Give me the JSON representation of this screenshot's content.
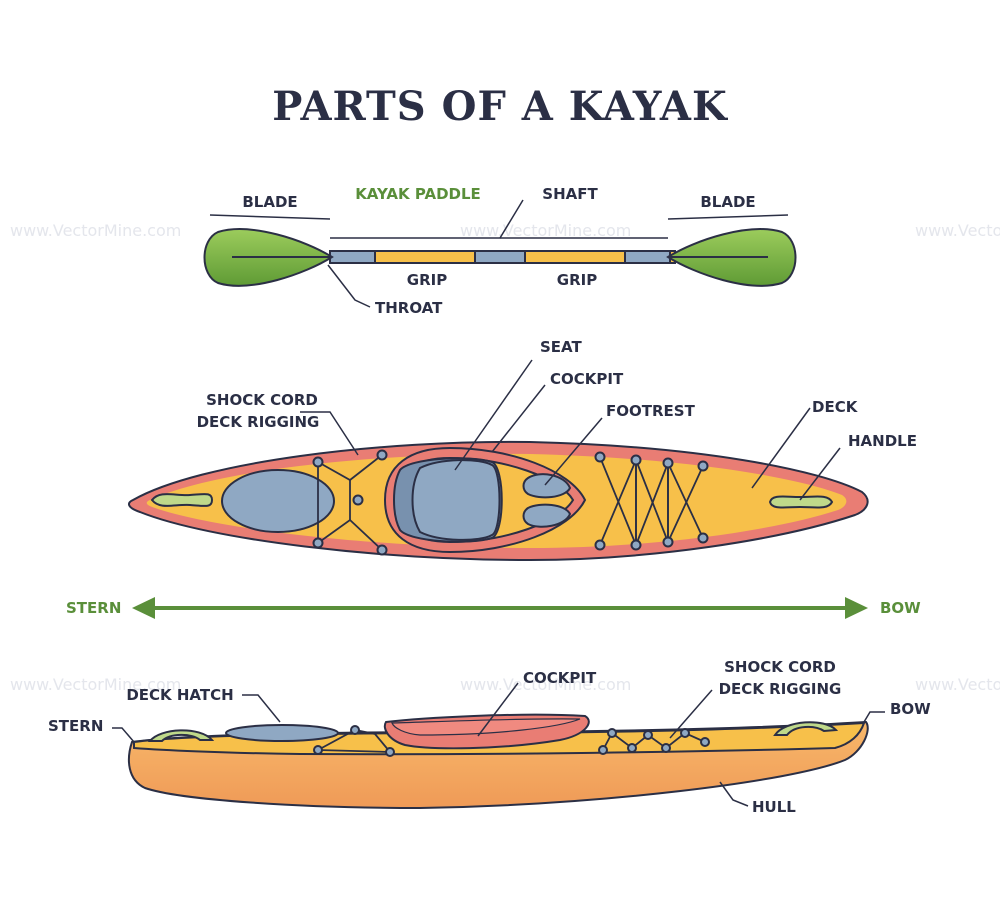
{
  "title": "PARTS OF A KAYAK",
  "watermark": "www.VectorMine.com",
  "paddle": {
    "heading": "KAYAK PADDLE",
    "blade_left": "BLADE",
    "blade_right": "BLADE",
    "shaft": "SHAFT",
    "grip_left": "GRIP",
    "grip_right": "GRIP",
    "throat": "THROAT"
  },
  "top_view": {
    "seat": "SEAT",
    "cockpit": "COCKPIT",
    "footrest": "FOOTREST",
    "deck": "DECK",
    "handle": "HANDLE",
    "rigging_line1": "SHOCK CORD",
    "rigging_line2": "DECK RIGGING"
  },
  "direction": {
    "stern": "STERN",
    "bow": "BOW"
  },
  "side_view": {
    "cockpit": "COCKPIT",
    "deck_hatch": "DECK HATCH",
    "rigging_line1": "SHOCK CORD",
    "rigging_line2": "DECK RIGGING",
    "stern": "STERN",
    "bow": "BOW",
    "hull": "HULL"
  },
  "colors": {
    "navy": "#2b2f45",
    "green": "#5a8f3a",
    "blade_green": "#7fb848",
    "yellow": "#f7c04a",
    "orange": "#f2a75b",
    "salmon": "#e97d74",
    "blue": "#8fa8c3"
  }
}
